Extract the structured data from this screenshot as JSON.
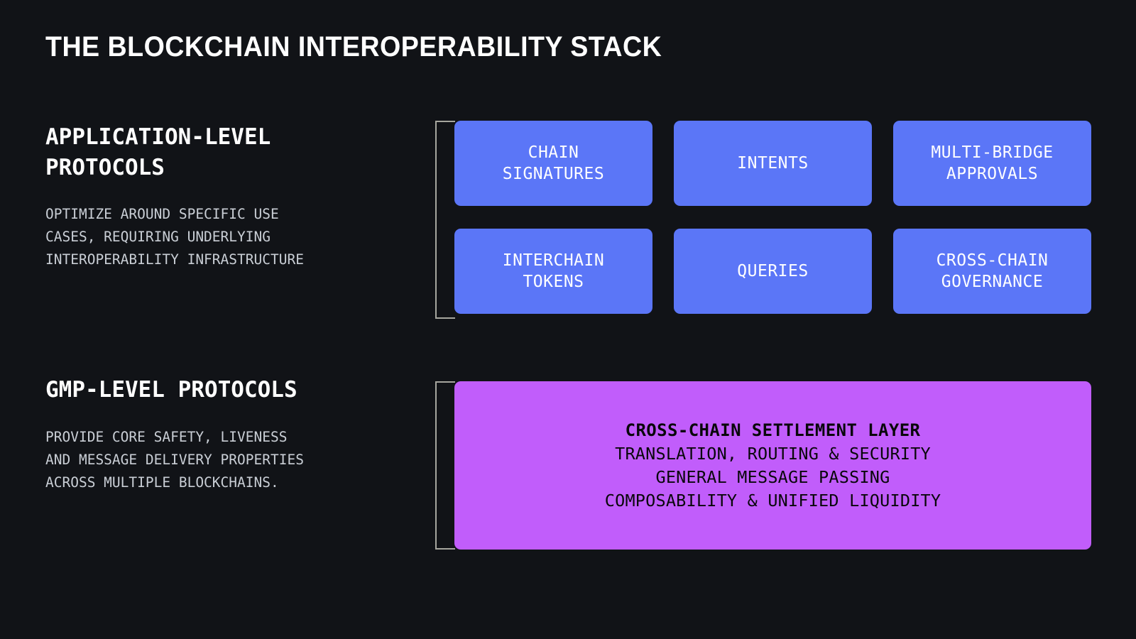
{
  "title": "THE BLOCKCHAIN INTEROPERABILITY STACK",
  "colors": {
    "background": "#111317",
    "card_blue": "#5b76f7",
    "panel_purple": "#c15dfb",
    "bracket_gray": "#a6a69e",
    "heading_white": "#ffffff",
    "body_gray": "#c9ced5",
    "panel_text_dark": "#09070b"
  },
  "sections": [
    {
      "id": "application-level",
      "label": "APPLICATION-LEVEL\nPROTOCOLS",
      "description": "OPTIMIZE AROUND SPECIFIC USE\nCASES, REQUIRING UNDERLYING\nINTEROPERABILITY INFRASTRUCTURE",
      "cards": [
        {
          "label": "CHAIN\nSIGNATURES"
        },
        {
          "label": "INTENTS"
        },
        {
          "label": "MULTI-BRIDGE\nAPPROVALS"
        },
        {
          "label": "INTERCHAIN\nTOKENS"
        },
        {
          "label": "QUERIES"
        },
        {
          "label": "CROSS-CHAIN\nGOVERNANCE"
        }
      ]
    },
    {
      "id": "gmp-level",
      "label": "GMP-LEVEL PROTOCOLS",
      "description": "PROVIDE CORE SAFETY, LIVENESS\nAND MESSAGE DELIVERY PROPERTIES\nACROSS MULTIPLE BLOCKCHAINS.",
      "panel": {
        "title": "CROSS-CHAIN SETTLEMENT LAYER",
        "lines": [
          "TRANSLATION, ROUTING & SECURITY",
          "GENERAL MESSAGE PASSING",
          "COMPOSABILITY & UNIFIED LIQUIDITY"
        ]
      }
    }
  ]
}
